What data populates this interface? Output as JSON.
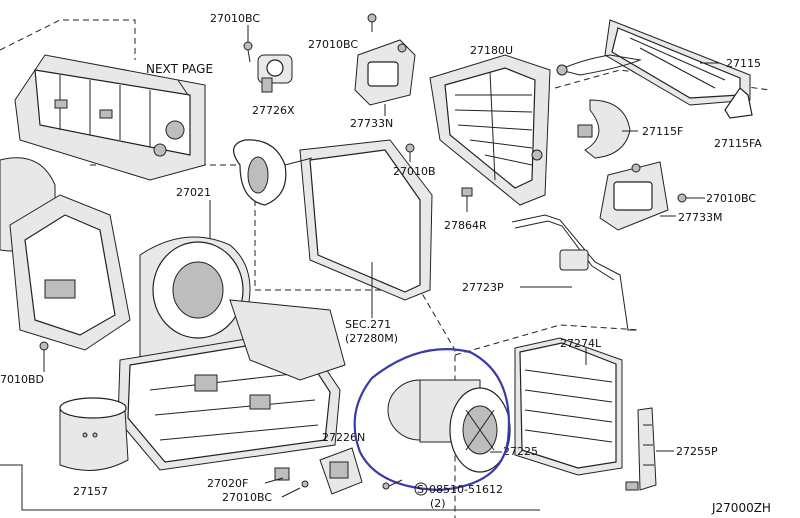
{
  "diagram": {
    "code": "J27000ZH",
    "callouts": {
      "p27010BC_top": "27010BC",
      "p27010BC_second": "27010BC",
      "p27180U": "27180U",
      "p27115": "27115",
      "next_page": "NEXT PAGE",
      "p27726X": "27726X",
      "p27733N": "27733N",
      "p27115F": "27115F",
      "p27115FA": "27115FA",
      "p27010B": "27010B",
      "p27021": "27021",
      "p27010BC_right": "27010BC",
      "p27733M": "27733M",
      "p27864R": "27864R",
      "p27723P": "27723P",
      "sec_271": "SEC.271",
      "sec_271_sub": "(27280M)",
      "p27274L": "27274L",
      "p27010BD": "7010BD",
      "p27226N": "27226N",
      "p27225": "27225",
      "p27255P": "27255P",
      "p27157": "27157",
      "p27020F": "27020F",
      "p27010BC_bottom": "27010BC",
      "bolt_code": "08510-51612",
      "bolt_qty": "(2)",
      "bolt_symbol": "S"
    },
    "highlight_color": "#3a3aa8"
  }
}
